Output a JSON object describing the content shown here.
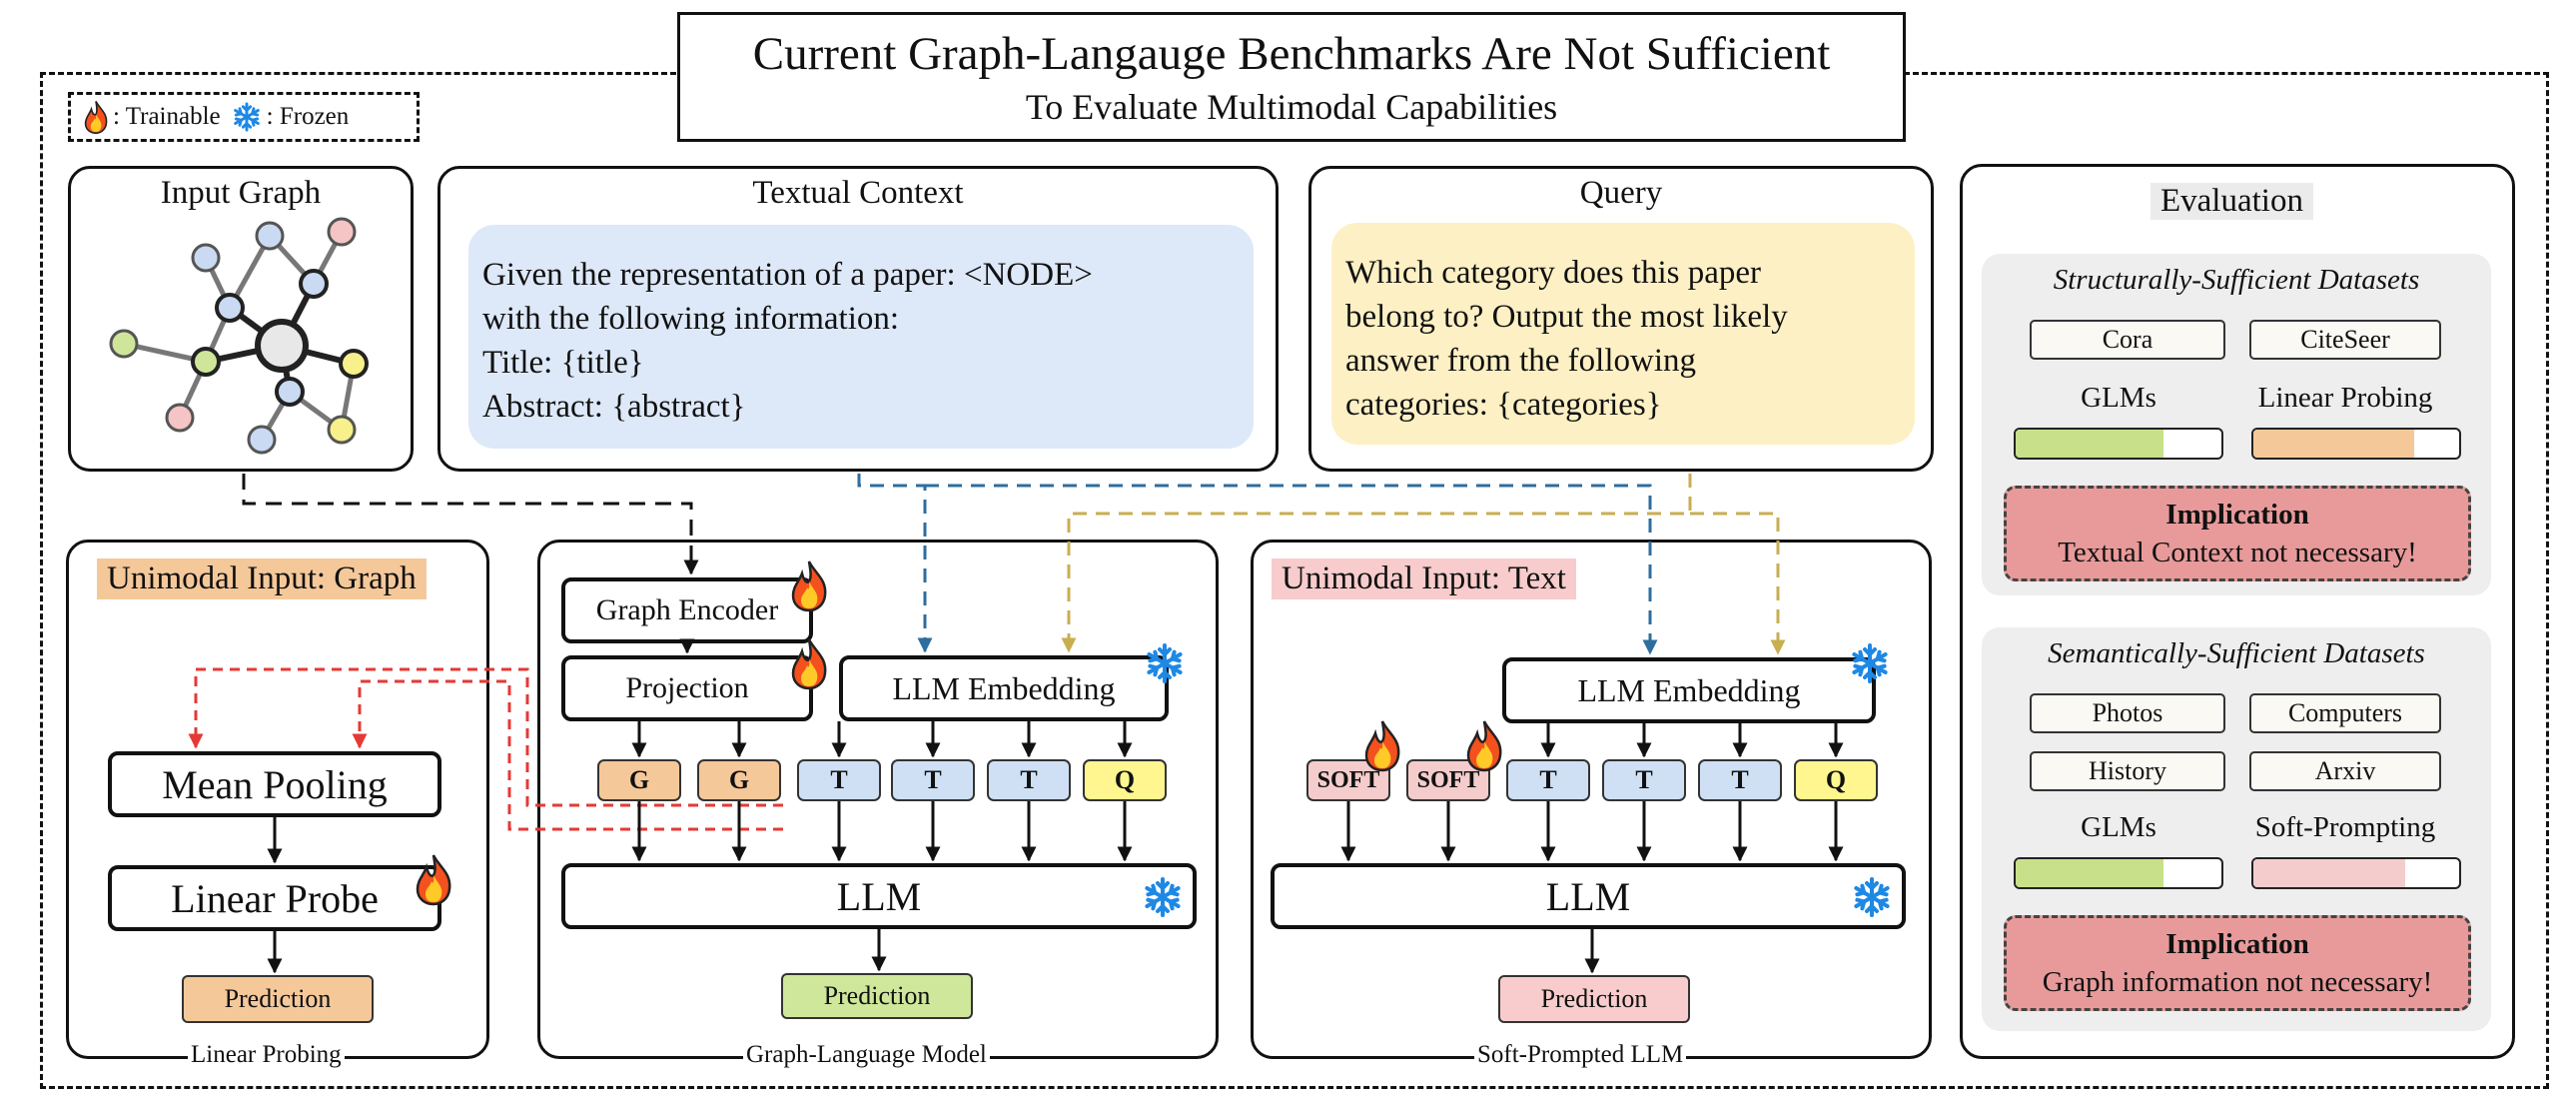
{
  "title": {
    "line1": "Current Graph-Langauge Benchmarks Are Not Sufficient",
    "line2": "To Evaluate Multimodal Capabilities"
  },
  "legend": {
    "trainable": ": Trainable",
    "frozen": ": Frozen"
  },
  "input_graph": {
    "title": "Input Graph"
  },
  "textual_context": {
    "title": "Textual Context",
    "lines": [
      "Given the representation of a paper:  <NODE>",
      "with the following information:",
      "Title: {title}",
      "Abstract: {abstract}"
    ]
  },
  "query": {
    "title": "Query",
    "lines": [
      "Which category does this paper",
      "belong to? Output the most likely",
      "answer from the following",
      "categories: {categories}"
    ]
  },
  "linear_probing": {
    "header": "Unimodal Input: Graph",
    "mean_pooling": "Mean Pooling",
    "linear_probe": "Linear Probe",
    "prediction": "Prediction",
    "caption": "Linear Probing"
  },
  "glm": {
    "graph_encoder": "Graph Encoder",
    "projection": "Projection",
    "llm_embedding": "LLM Embedding",
    "tokens": [
      "G",
      "G",
      "T",
      "T",
      "T",
      "Q"
    ],
    "llm": "LLM",
    "prediction": "Prediction",
    "caption": "Graph-Language Model"
  },
  "soft_prompt": {
    "header": "Unimodal Input: Text",
    "llm_embedding": "LLM Embedding",
    "tokens": [
      "SOFT",
      "SOFT",
      "T",
      "T",
      "T",
      "Q"
    ],
    "llm": "LLM",
    "prediction": "Prediction",
    "caption": "Soft-Prompted LLM"
  },
  "evaluation": {
    "title": "Evaluation",
    "structural": {
      "title": "Structurally-Sufficient Datasets",
      "datasets": [
        "Cora",
        "CiteSeer"
      ],
      "glm_label": "GLMs",
      "alt_label": "Linear Probing",
      "glm_level": 0.72,
      "alt_level": 0.78,
      "implication_title": "Implication",
      "implication_text": "Textual Context not necessary!"
    },
    "semantic": {
      "title": "Semantically-Sufficient Datasets",
      "datasets": [
        "Photos",
        "Computers",
        "History",
        "Arxiv"
      ],
      "glm_label": "GLMs",
      "alt_label": "Soft-Prompting",
      "glm_level": 0.72,
      "alt_level": 0.74,
      "implication_title": "Implication",
      "implication_text": "Graph information not necessary!"
    }
  },
  "colors": {
    "text_token": "#cfe0f5",
    "graph_token": "#f5c89a",
    "query_token": "#fff68f",
    "soft_token": "#f5cccc",
    "context_bg": "#dde8f8",
    "query_bg": "#fdf0c4",
    "glm_bar": "#c8e08a",
    "linear_bar": "#f5c89a",
    "soft_bar": "#f5cccc",
    "implication_bg": "#e89a9a",
    "dataset_panel_bg": "#eeeeee",
    "glm_prediction": "#cfe79a",
    "lp_prediction": "#f5c89a",
    "sp_prediction": "#f8cccc"
  },
  "icons": {
    "trainable": "fire-icon",
    "frozen": "snowflake-icon"
  }
}
